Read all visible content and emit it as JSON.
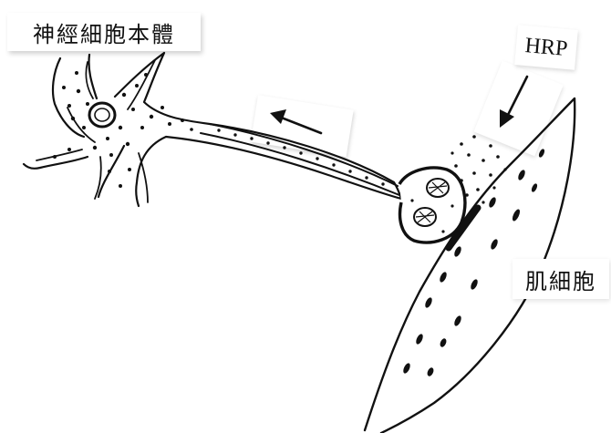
{
  "labels": {
    "neuron_cell_body": "神經細胞本體",
    "tracer": "HRP",
    "muscle_cell": "肌細胞"
  },
  "icons": {
    "transport_arrow": "arrow-left-icon",
    "tracer_arrow": "arrow-down-left-icon"
  },
  "colors": {
    "ink": "#111111",
    "background": "#ffffff"
  }
}
